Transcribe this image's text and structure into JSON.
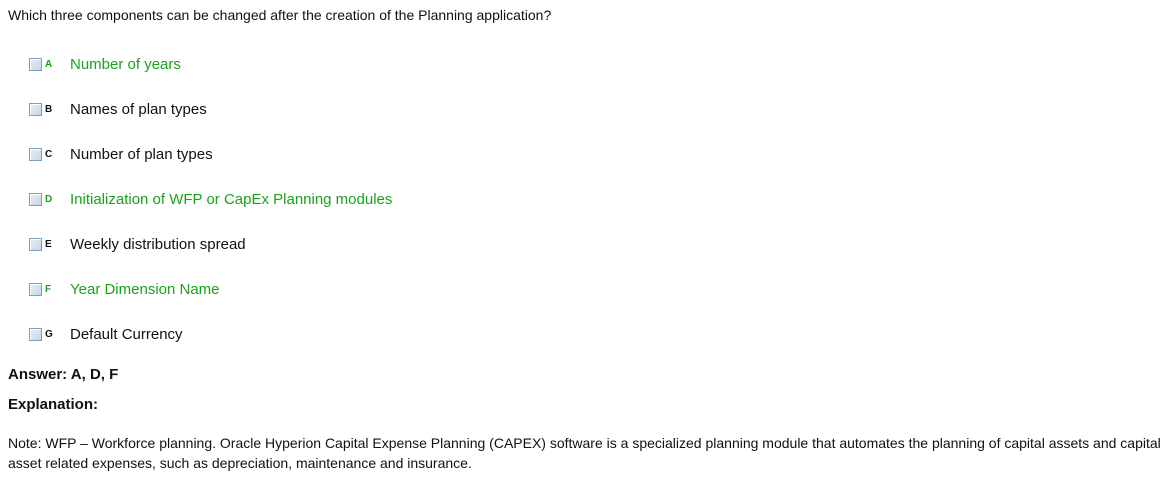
{
  "question": "Which three components can be changed after the creation of the Planning application?",
  "options": [
    {
      "letter": "A",
      "text": "Number of years",
      "correct": true
    },
    {
      "letter": "B",
      "text": "Names of plan types",
      "correct": false
    },
    {
      "letter": "C",
      "text": "Number of plan types",
      "correct": false
    },
    {
      "letter": "D",
      "text": "Initialization of WFP or CapEx Planning modules",
      "correct": true
    },
    {
      "letter": "E",
      "text": "Weekly distribution spread",
      "correct": false
    },
    {
      "letter": "F",
      "text": "Year Dimension Name",
      "correct": true
    },
    {
      "letter": "G",
      "text": "Default Currency",
      "correct": false
    }
  ],
  "answer": "Answer: A, D, F",
  "explanation_label": "Explanation:",
  "note": "Note: WFP – Workforce planning. Oracle Hyperion Capital Expense Planning (CAPEX) software is a specialized planning module that automates the planning of capital assets and capital asset related expenses, such as depreciation, maintenance and insurance.",
  "colors": {
    "correct": "#1aa31a",
    "normal": "#111111"
  }
}
